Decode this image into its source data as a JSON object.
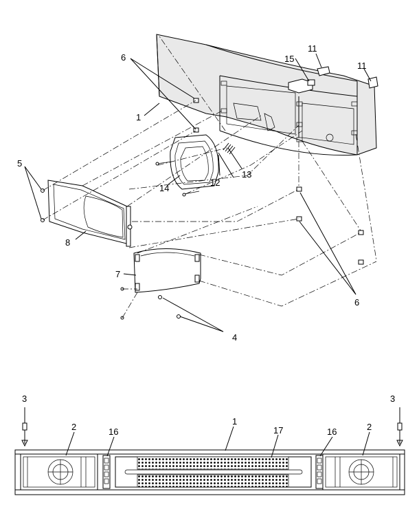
{
  "callouts": {
    "c1_top": "1",
    "c4": "4",
    "c5": "5",
    "c6_top": "6",
    "c6_bottom": "6",
    "c7": "7",
    "c8": "8",
    "c11_left": "11",
    "c11_right": "11",
    "c12": "12",
    "c13": "13",
    "c14": "14",
    "c15": "15",
    "c3_left": "3",
    "c3_right": "3",
    "c2_left": "2",
    "c2_right": "2",
    "c16_left": "16",
    "c16_right": "16",
    "c1_bottom": "1",
    "c17": "17"
  }
}
